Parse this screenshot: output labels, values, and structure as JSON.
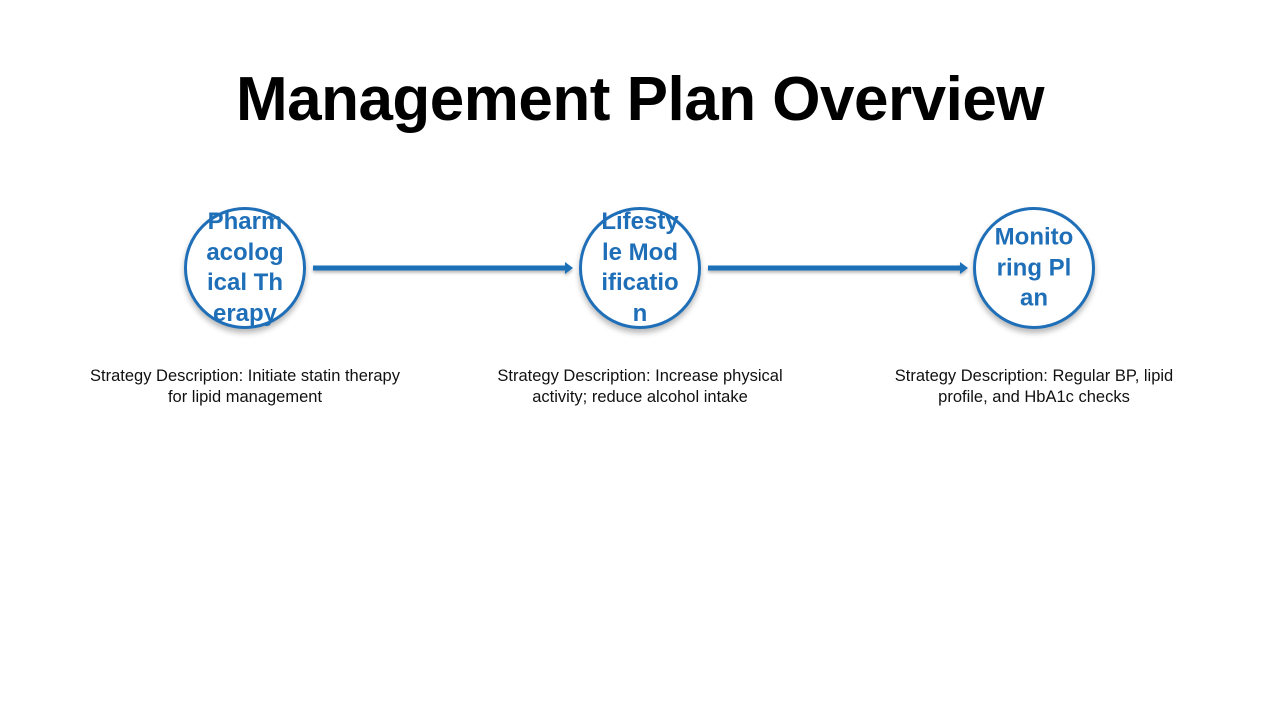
{
  "slide": {
    "title": "Management Plan Overview"
  },
  "diagram": {
    "accent_color": "#1f6fb8",
    "nodes": [
      {
        "label": "Pharmacological Therapy",
        "description": "Strategy Description: Initiate statin therapy for lipid management"
      },
      {
        "label": "Lifestyle Modification",
        "description": "Strategy Description: Increase physical activity; reduce alcohol intake"
      },
      {
        "label": "Monitoring Plan",
        "description": "Strategy Description: Regular BP, lipid profile, and HbA1c checks"
      }
    ],
    "edges": [
      {
        "from": 0,
        "to": 1
      },
      {
        "from": 1,
        "to": 2
      }
    ]
  }
}
